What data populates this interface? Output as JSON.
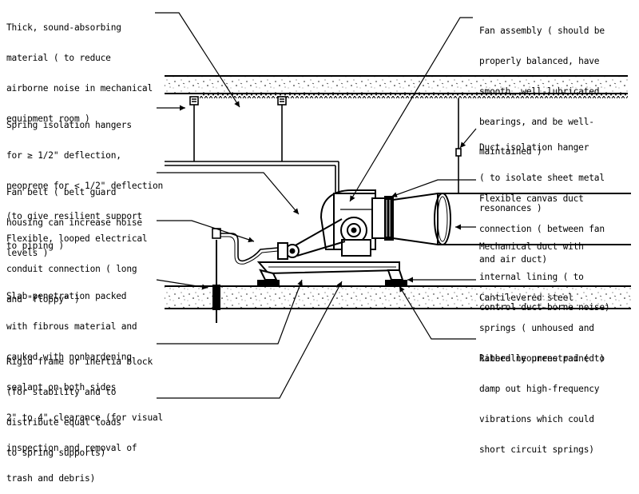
{
  "callouts": {
    "absorbing_material": [
      "Thick, sound-absorbing",
      "material ( to reduce",
      "airborne noise in mechanical",
      "equipment room )"
    ],
    "spring_hangers": [
      "Spring isolation hangers",
      "for ≥ 1/2\" deflection,",
      "neoprene for < 1/2\" deflection",
      "(to give resilient support",
      "to piping )"
    ],
    "fan_belt": [
      "Fan belt ( belt guard",
      "housing can increase noise",
      "levels )"
    ],
    "conduit": [
      "Flexible, looped electrical",
      "conduit connection ( long",
      "and \"floppy\" )"
    ],
    "slab_penetration": [
      "Slab penetration packed",
      "with fibrous material and",
      "cauked with nonhardening",
      "sealant on both sides"
    ],
    "rigid_frame": [
      "Rigid frame or inertia block",
      "(for stability and to",
      "distribute equal loads",
      "to spring supports)"
    ],
    "clearance": [
      "2\" to 4\" clearance (for visual",
      "inspection and removal of",
      "trash and debris)"
    ],
    "fan_assembly": [
      "Fan assembly ( should be",
      "properly balanced, have",
      "smooth, well-lubricated",
      "bearings, and be well-",
      "maintained )"
    ],
    "duct_hanger": [
      "Duct isolation hanger",
      "( to isolate sheet metal",
      "resonances )"
    ],
    "canvas_connection": [
      "Flexible canvas duct",
      "connection ( between fan",
      "and air duct)"
    ],
    "mechanical_duct": [
      "Mechanical duct with",
      "internal lining ( to",
      "control duct-borne noise)"
    ],
    "steel_springs": [
      "Cantilevered steel",
      "springs ( unhoused and",
      "laterally unrestrained )"
    ],
    "neoprene_pad": [
      "Ribbed neoprene pad ( to",
      "damp out high-frequency",
      "vibrations which could",
      "short circuit springs)"
    ]
  }
}
